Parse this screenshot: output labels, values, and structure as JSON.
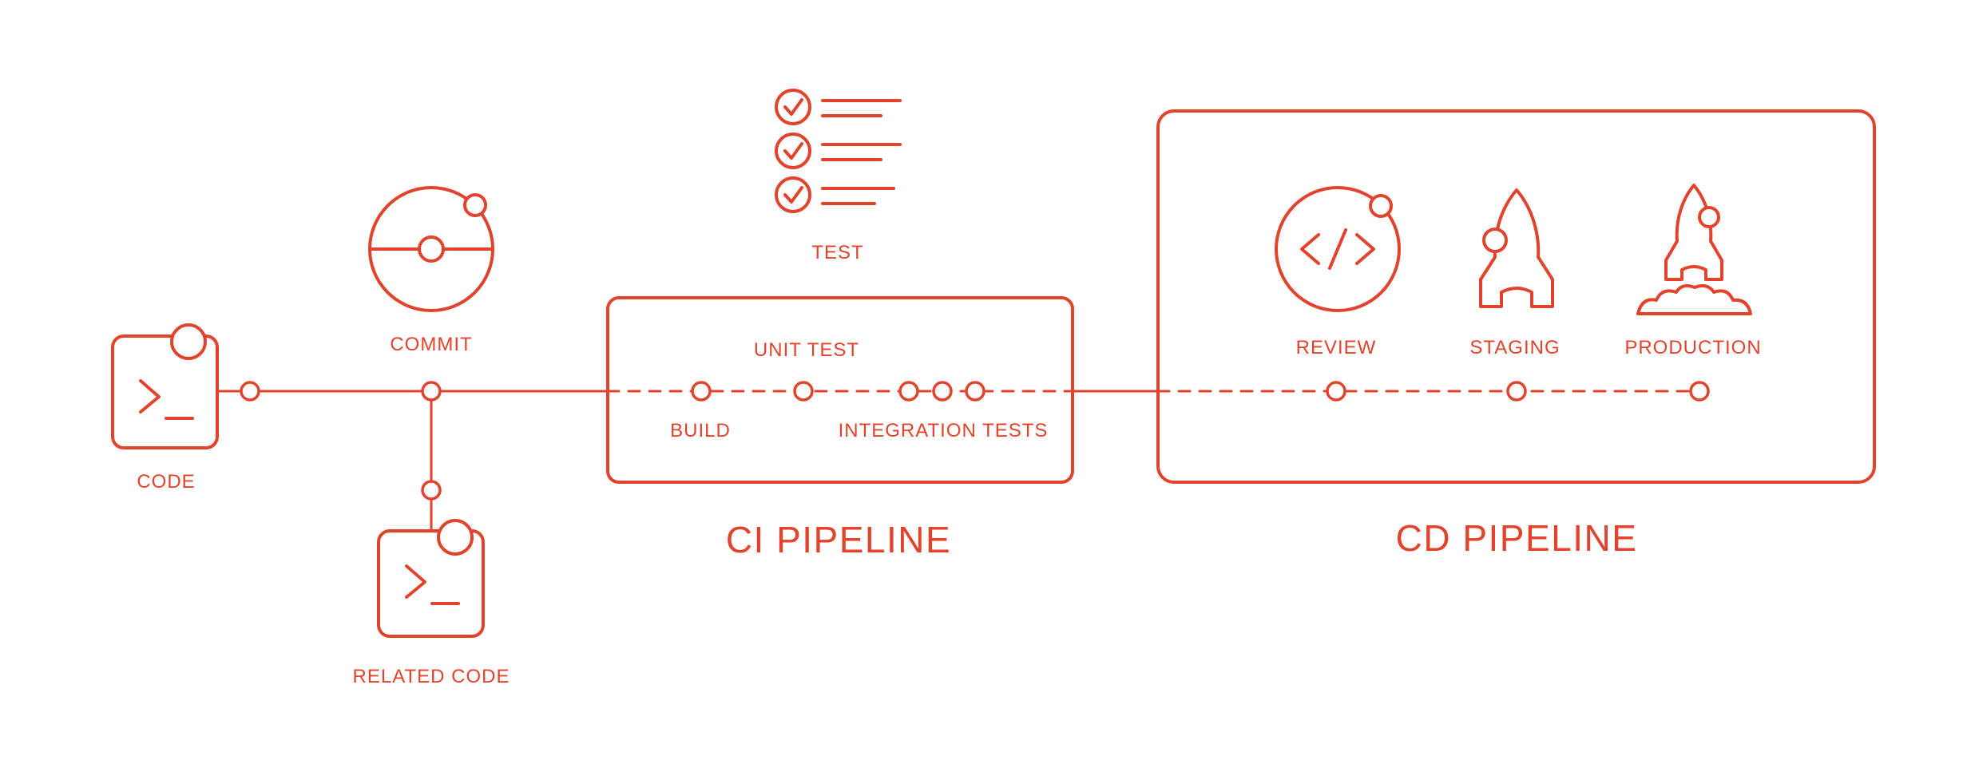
{
  "accent_color": "#e2432d",
  "background_color": "#ffffff",
  "source_stage": {
    "code_label": "CODE",
    "commit_label": "COMMIT",
    "related_code_label": "RELATED CODE"
  },
  "ci_pipeline": {
    "title": "CI PIPELINE",
    "test_label": "TEST",
    "build_label": "BUILD",
    "unit_test_label": "UNIT TEST",
    "integration_tests_label": "INTEGRATION TESTS"
  },
  "cd_pipeline": {
    "title": "CD PIPELINE",
    "review_label": "REVIEW",
    "staging_label": "STAGING",
    "production_label": "PRODUCTION"
  }
}
